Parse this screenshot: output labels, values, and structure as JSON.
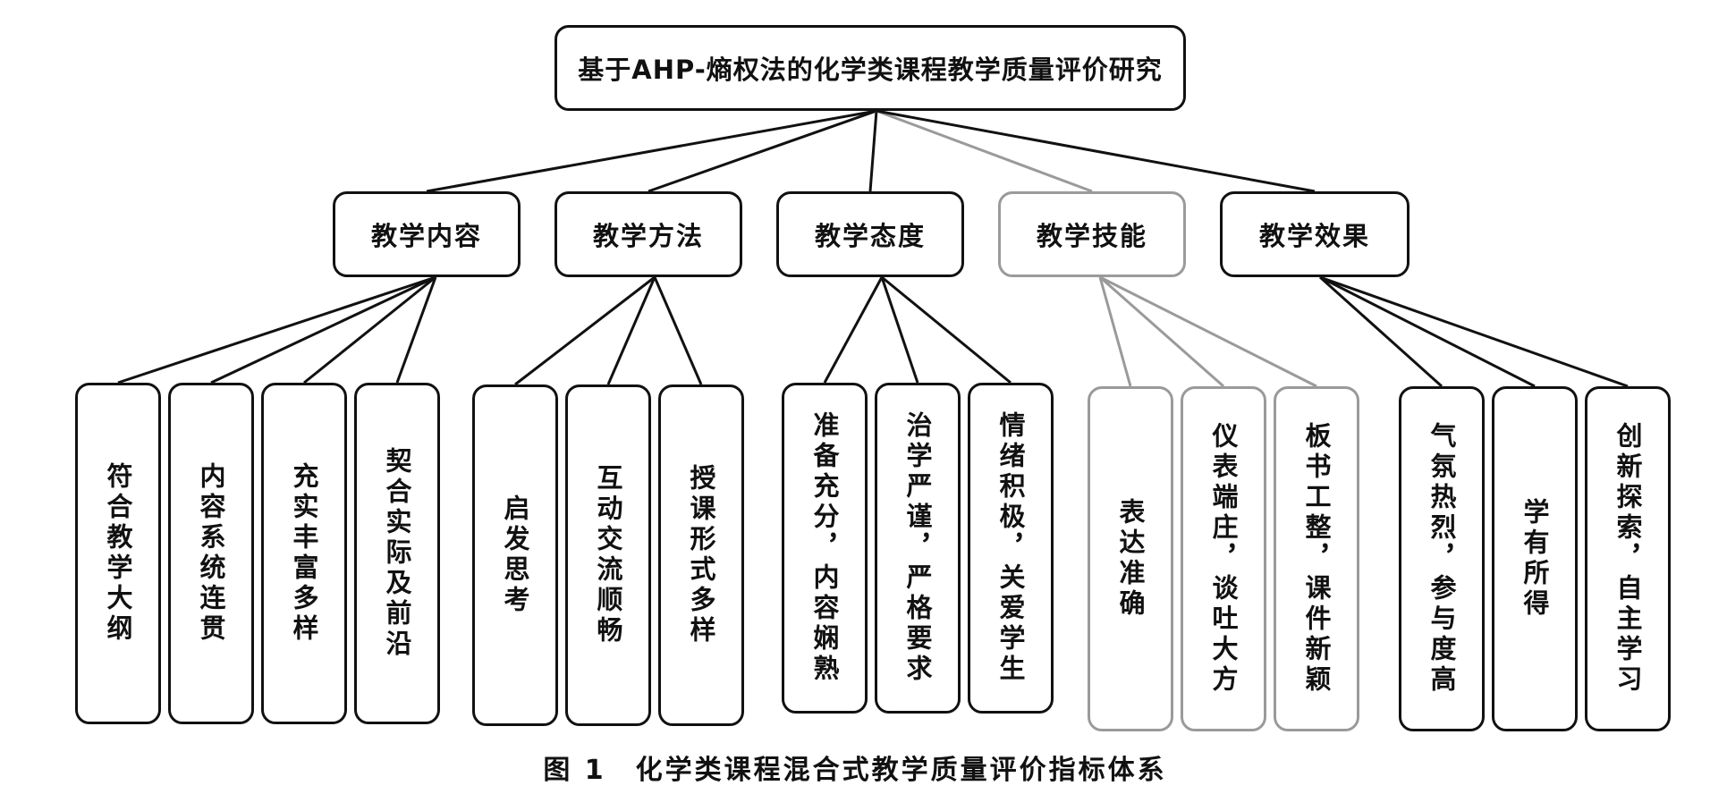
{
  "root": {
    "label": "基于AHP-熵权法的化学类课程教学质量评价研究"
  },
  "categories": [
    {
      "label": "教学内容",
      "style": "dark",
      "items": [
        "符合教学大纲",
        "内容系统连贯",
        "充实丰富多样",
        "契合实际及前沿"
      ]
    },
    {
      "label": "教学方法",
      "style": "dark",
      "items": [
        "启发思考",
        "互动交流顺畅",
        "授课形式多样"
      ]
    },
    {
      "label": "教学态度",
      "style": "dark",
      "items": [
        "准备充分，内容娴熟",
        "治学严谨，严格要求",
        "情绪积极，关爱学生"
      ]
    },
    {
      "label": "教学技能",
      "style": "gray",
      "items": [
        "表达准确",
        "仪表端庄，谈吐大方",
        "板书工整，课件新颖"
      ]
    },
    {
      "label": "教学效果",
      "style": "dark",
      "items": [
        "气氛热烈，参与度高",
        "学有所得",
        "创新探索，自主学习"
      ]
    }
  ],
  "caption": "图 1　化学类课程混合式教学质量评价指标体系",
  "colors": {
    "dark": "#111111",
    "gray": "#9a9a9a"
  }
}
